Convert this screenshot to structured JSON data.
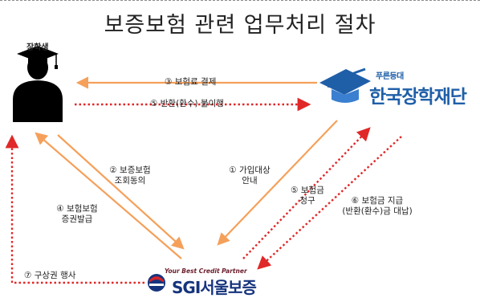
{
  "title": "보증보험 관련 업무처리 절차",
  "nodes": {
    "student": {
      "label": "장학생"
    },
    "kosaf": {
      "tagline": "푸른등대",
      "name": "한국장학재단"
    },
    "sgi": {
      "tagline": "Your Best Credit Partner",
      "name": "SGI서울보증"
    }
  },
  "steps": {
    "s1": [
      "① 가입대상",
      "안내"
    ],
    "s2": [
      "② 보증보험",
      "조회동의"
    ],
    "s3": "③ 보험료 결제",
    "s4": [
      "④ 보험보험",
      "증권발급"
    ],
    "s5_claim": [
      "⑤ 보험금",
      "청구"
    ],
    "s5_default": "⑤ 반환(환수) 불이행",
    "s6": [
      "⑥ 보험금 지급",
      "(반환(환수)금 대납)"
    ],
    "s7": "⑦ 구상권 행사"
  },
  "colors": {
    "orange": "#f5a05a",
    "red": "#e02828",
    "kosaf_blue": "#1f5fa8",
    "sgi_navy": "#16347d",
    "sgi_red": "#d6232a"
  },
  "icons": [
    "student-silhouette-icon",
    "graduation-cap-icon",
    "kosaf-logo-icon",
    "sgi-logo-icon"
  ]
}
